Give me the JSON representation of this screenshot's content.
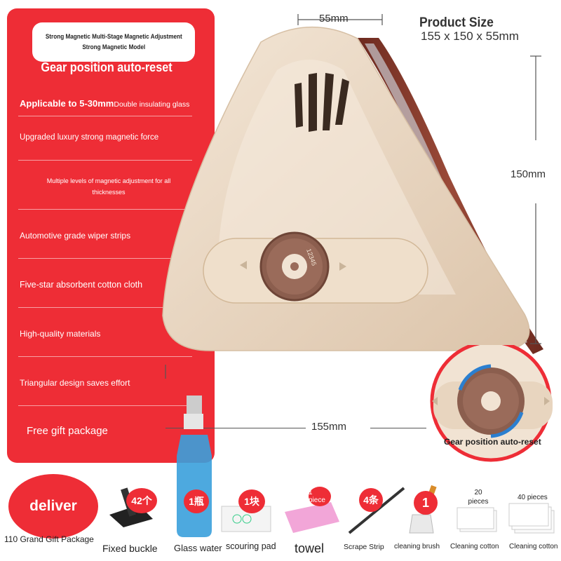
{
  "panel": {
    "header_line1": "Strong Magnetic Multi-Stage Magnetic Adjustment",
    "header_line2": "Strong Magnetic Model",
    "title": "Gear position auto-reset",
    "features": [
      "Applicable to 5-30mm",
      "Double insulating glass",
      "Upgraded luxury strong magnetic force",
      "Multiple levels of magnetic adjustment for all thicknesses",
      "Automotive grade wiper strips",
      "Five-star absorbent cotton cloth",
      "High-quality materials",
      "Triangular design saves effort",
      "Free gift package"
    ]
  },
  "product": {
    "dim_depth": "55mm",
    "dim_height": "150mm",
    "dim_width": "155mm",
    "size_title": "Product Size",
    "size_value": "155 x 150 x 55mm",
    "dial_digits": "12345",
    "inset_caption": "Gear position auto-reset"
  },
  "gifts": {
    "deliver_label": "deliver",
    "package_label": "110 Grand Gift Package",
    "items": [
      {
        "qty": "42个",
        "label": "Fixed buckle"
      },
      {
        "qty": "1瓶",
        "label": "Glass water"
      },
      {
        "qty": "1块",
        "label": "scouring pad"
      },
      {
        "qty": "1 piece",
        "label": "towel"
      },
      {
        "qty": "4条",
        "label": "Scrape Strip"
      },
      {
        "qty": "1",
        "label": "cleaning brush"
      },
      {
        "qty": "20 pieces",
        "label": "Cleaning cotton"
      },
      {
        "qty": "40 pieces",
        "label": "Cleaning cotton"
      }
    ]
  },
  "colors": {
    "accent_red": "#ee2d36",
    "body_beige": "#ead9c6",
    "strip_brown": "#8a3c2e"
  }
}
